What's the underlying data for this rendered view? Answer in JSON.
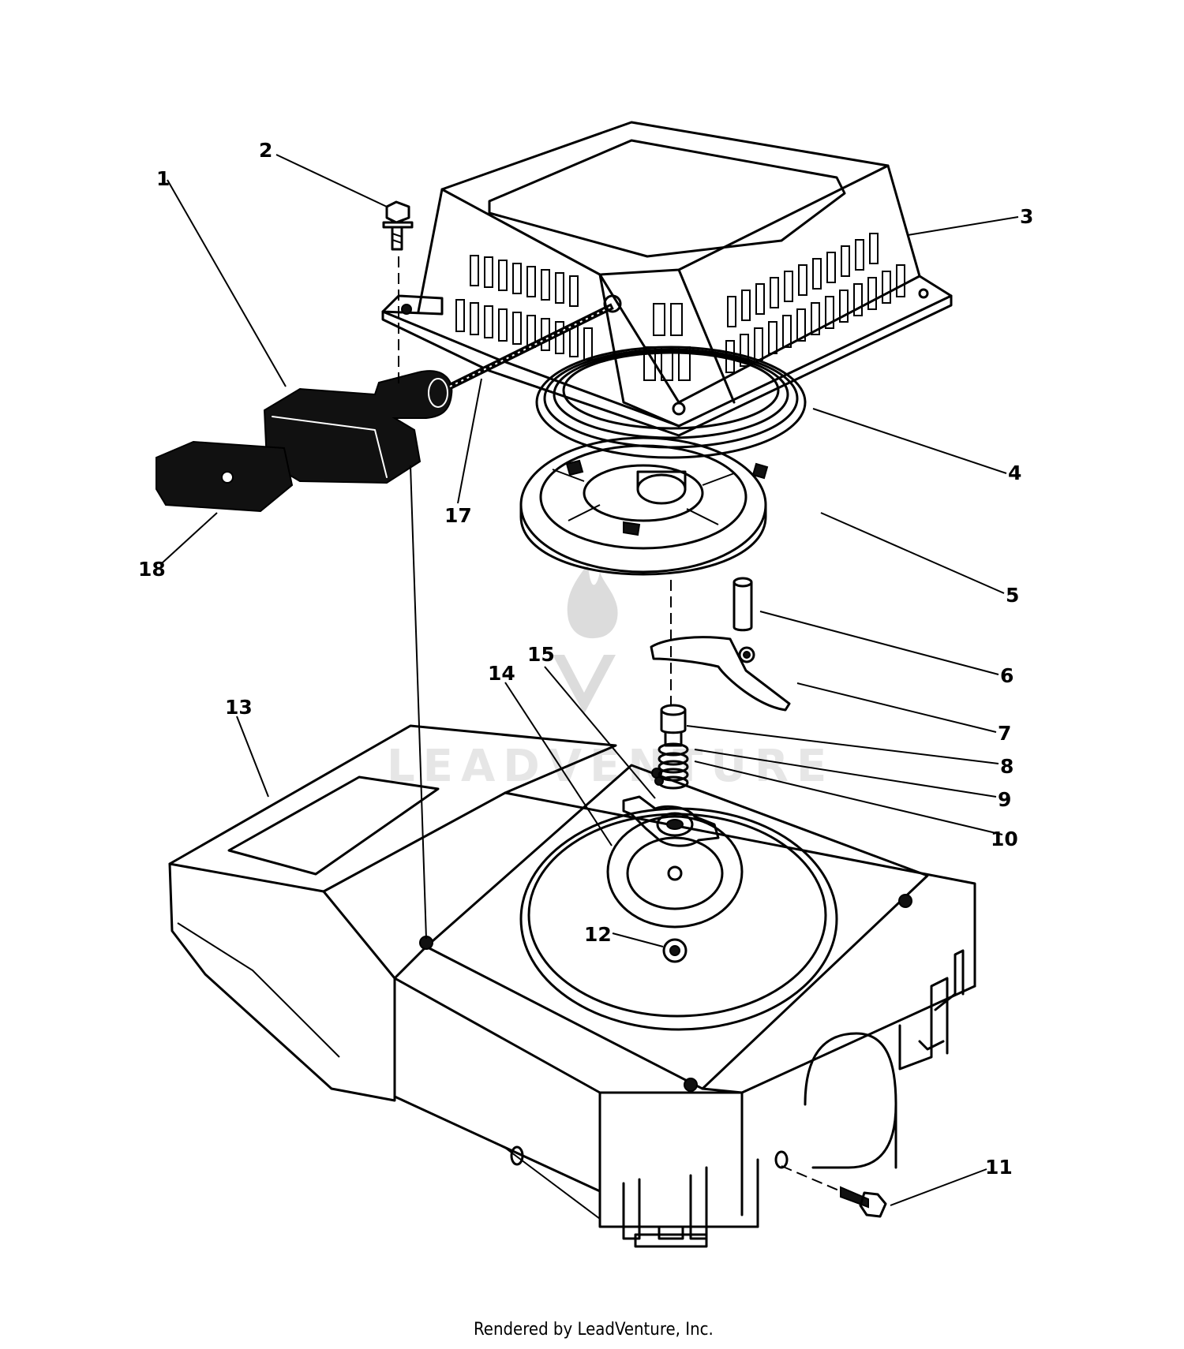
{
  "diagram": {
    "callouts": [
      {
        "id": "1",
        "label": "1"
      },
      {
        "id": "2",
        "label": "2"
      },
      {
        "id": "3",
        "label": "3"
      },
      {
        "id": "4",
        "label": "4"
      },
      {
        "id": "5",
        "label": "5"
      },
      {
        "id": "6",
        "label": "6"
      },
      {
        "id": "7",
        "label": "7"
      },
      {
        "id": "8",
        "label": "8"
      },
      {
        "id": "9",
        "label": "9"
      },
      {
        "id": "10",
        "label": "10"
      },
      {
        "id": "11",
        "label": "11"
      },
      {
        "id": "12",
        "label": "12"
      },
      {
        "id": "13",
        "label": "13"
      },
      {
        "id": "14",
        "label": "14"
      },
      {
        "id": "15",
        "label": "15"
      },
      {
        "id": "17",
        "label": "17"
      },
      {
        "id": "18",
        "label": "18"
      }
    ]
  },
  "watermark": {
    "text": "LEADVENTURE",
    "logo": "leadventure-flame-logo"
  },
  "footer": {
    "credit": "Rendered by LeadVenture, Inc."
  },
  "colors": {
    "ink": "#000000",
    "paper": "#ffffff",
    "watermark": "#dcdcdc"
  }
}
